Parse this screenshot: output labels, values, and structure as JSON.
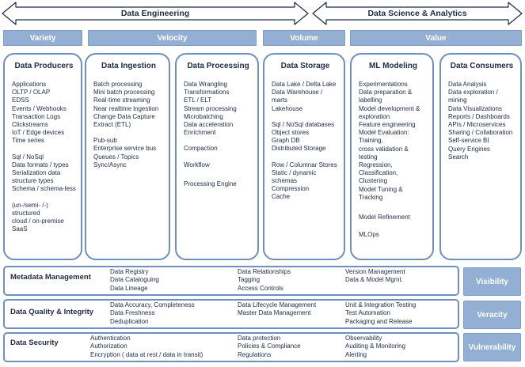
{
  "arrows": {
    "left_label": "Data Engineering",
    "right_label": "Data Science & Analytics"
  },
  "categories": [
    "Variety",
    "Velocity",
    "Volume",
    "Value"
  ],
  "columns": [
    {
      "title": "Data Producers",
      "items": [
        "Applications",
        "OLTP / OLAP",
        "EDSS",
        "Events / Webhooks",
        "Transaction Logs",
        "Clickstreams",
        "IoT / Edge devices",
        "Time series",
        "Sql / NoSql",
        "Data formats / types",
        "Serialization data\nstructure types",
        "Schema / schema-less",
        "(un-/semi- /-) structured\ncloud / on-premise",
        "SaaS"
      ]
    },
    {
      "title": "Data Ingestion",
      "items": [
        "Batch processing",
        "Mini batch processing",
        "Real-time streaming",
        "Near realtime ingestion",
        "Change Data Capture",
        "Extract (ETL)",
        "Pub-sub",
        "Enterprise service bus",
        "Queues / Topics",
        "Sync/Async"
      ]
    },
    {
      "title": "Data Processing",
      "items": [
        "Data Wrangling",
        "Transformations",
        "ETL / ELT",
        "Stream processing",
        "Microbatching",
        "Data acceleration",
        "Enrichment",
        "Compaction",
        "Workflow",
        "Processing Engine"
      ]
    },
    {
      "title": "Data Storage",
      "items": [
        "Data Lake / Delta Lake",
        "Data Warehouse / marts",
        "Lakehouse",
        "Sql / NoSql databases",
        "Object stores",
        "Graph DB",
        "Distributed Storage",
        "Row / Columnar Stores",
        "Static / dynamic schemas",
        "Compression",
        "Cache"
      ]
    },
    {
      "title": "ML Modeling",
      "items": [
        "Experimentations",
        "Data preparation &\nlabelling",
        "Model development &\nexploration",
        "Feature engineering",
        "Model Evaluation: Training,\ncross validation & testing",
        "Regression, Classification,\nClustering",
        "Model Tuning & Tracking",
        "Model Refinement",
        "MLOps"
      ]
    },
    {
      "title": "Data Consumers",
      "items": [
        "Data Analysis",
        "Data exploration / mining",
        "Data Visualizations",
        "Reports / Dashboards",
        "APIs / Microservices",
        "Sharing / Collaboration",
        "Self-service BI",
        "Query Engines",
        "Search"
      ]
    }
  ],
  "rows": [
    {
      "title": "Metadata Management",
      "side": "Visibility",
      "cols": [
        [
          "Data Registry",
          "Data Cataloguing",
          "Data Lineage"
        ],
        [
          "Data Relationships",
          "Tagging",
          "Access Controls"
        ],
        [
          "Version Management",
          "Data & Model Mgmt."
        ]
      ]
    },
    {
      "title": "Data Quality & Integrity",
      "side": "Veracity",
      "cols": [
        [
          "Data Accuracy, Completeness",
          "Data Freshness",
          "Deduplication"
        ],
        [
          "Data Lifecycle Management",
          "Master Data Management"
        ],
        [
          "Unit & Integration Testing",
          "Test Automation",
          "Packaging and Release"
        ]
      ]
    },
    {
      "title": "Data Security",
      "side": "Vulnerability",
      "cols": [
        [
          "Authentication",
          "Authorization",
          "Encryption ( data at rest / data in transit)"
        ],
        [
          "Data protection",
          "Policies & Compliance",
          "Regulations"
        ],
        [
          "Observability",
          "Auditing & Monitoring",
          "Alerting"
        ]
      ]
    }
  ],
  "colors": {
    "accent": "#93afd4",
    "border": "#6f8fbf",
    "text": "#1f2a44"
  }
}
